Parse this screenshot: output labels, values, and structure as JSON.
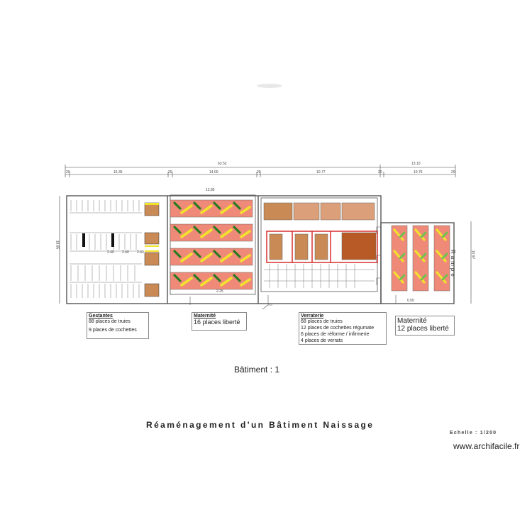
{
  "dimensions": {
    "total": "63.52",
    "right_total": "13.10",
    "segments": [
      "20",
      "16.35",
      "20",
      "14.00",
      "20",
      "10.77",
      "20",
      "10.75",
      "20"
    ],
    "width_left": "12.85",
    "height_left": "18.85",
    "height_right": "10.97",
    "bottom_a": "2.25",
    "bottom_b": "0.50",
    "gest_a": "2.40",
    "gest_b": "2.40",
    "gest_c": "2.40"
  },
  "legends": {
    "gestantes": {
      "title": "Gestantes",
      "line1": "88 places de truies",
      "line2": "9 places de cochettes"
    },
    "maternite_16": {
      "title": "Maternité",
      "line1": "16 places liberté"
    },
    "verraterie": {
      "title": "Verraterie",
      "line1": "68 places de truies",
      "line2": "12 places de cochettes régumate",
      "line3": "6 places de réforme / infirmerie",
      "line4": "4 places de verrats"
    },
    "maternite_12": {
      "line1": "Maternité",
      "line2": "12 places liberté"
    }
  },
  "rampe": "Rampe",
  "batiment_label": "Bâtiment : 1",
  "title": "Réaménagement d'un Bâtiment Naissage",
  "scale": "Echelle : 1/200",
  "website": "www.archifacile.fr",
  "colors": {
    "pen": "#f08a78",
    "green": "#6ec24e",
    "yellow": "#f2e22e",
    "brown": "#c07a50",
    "dark_brown": "#b85a25",
    "wall": "#555555",
    "red_line": "#d62020"
  }
}
